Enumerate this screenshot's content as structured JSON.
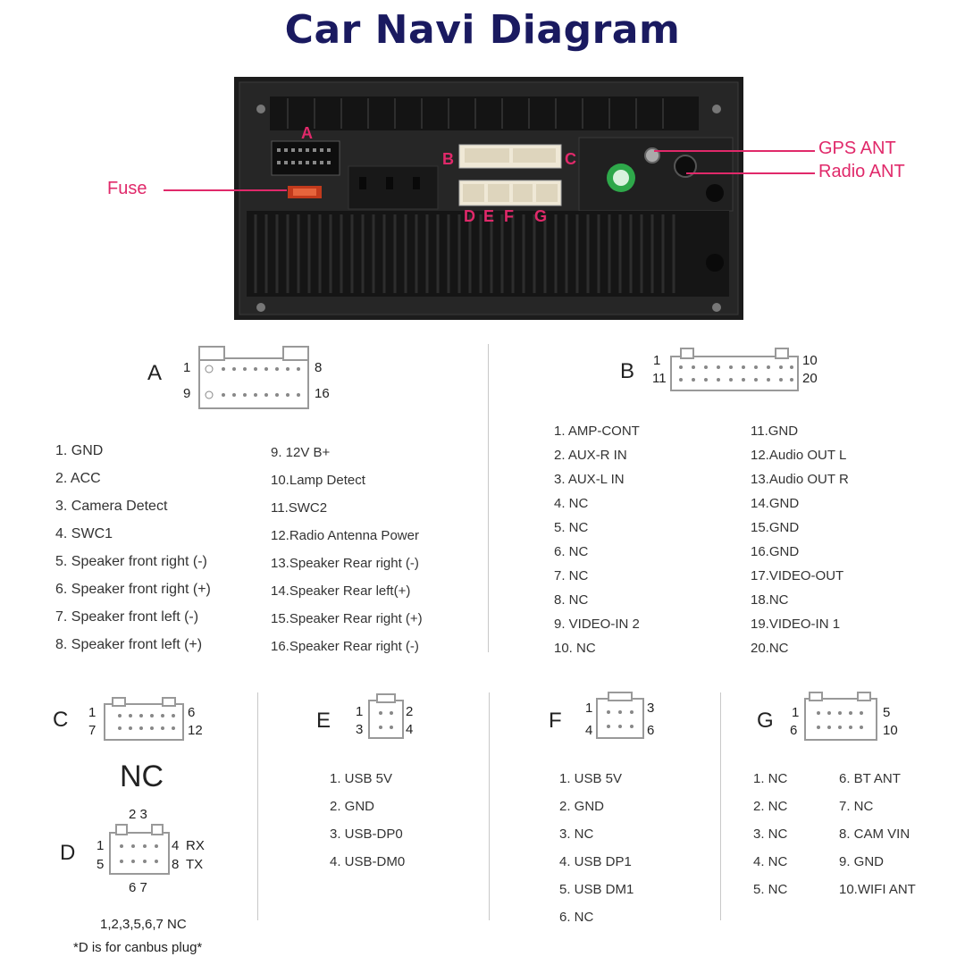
{
  "title": "Car Navi Diagram",
  "colors": {
    "title": "#1a1a60",
    "callout": "#e0296a",
    "unit_body": "#222222"
  },
  "callouts": {
    "fuse": "Fuse",
    "gps": "GPS ANT",
    "radio": "Radio ANT"
  },
  "photo_letters": [
    "A",
    "B",
    "C",
    "D",
    "E",
    "F",
    "G"
  ],
  "connectors": {
    "A": {
      "letter": "A",
      "pins": {
        "tl": "1",
        "tr": "8",
        "bl": "9",
        "br": "16"
      },
      "left_list": [
        "1. GND",
        "2. ACC",
        "3. Camera Detect",
        "4. SWC1",
        "5. Speaker front right (-)",
        "6. Speaker front right (+)",
        "7. Speaker front left (-)",
        "8. Speaker front left (+)"
      ],
      "right_list": [
        "9.  12V B+",
        "10.Lamp Detect",
        "11.SWC2",
        "12.Radio Antenna Power",
        "13.Speaker Rear right (-)",
        "14.Speaker Rear left(+)",
        "15.Speaker Rear right (+)",
        "16.Speaker Rear right (-)"
      ]
    },
    "B": {
      "letter": "B",
      "pins": {
        "tl": "1",
        "tr": "10",
        "bl": "11",
        "br": "20"
      },
      "left_list": [
        "1.  AMP-CONT",
        "2.  AUX-R IN",
        "3.  AUX-L IN",
        "4.  NC",
        "5.  NC",
        "6.  NC",
        "7.  NC",
        "8.  NC",
        "9. VIDEO-IN 2",
        "10.  NC"
      ],
      "right_list": [
        "11.GND",
        "12.Audio OUT  L",
        "13.Audio OUT  R",
        "14.GND",
        "15.GND",
        "16.GND",
        "17.VIDEO-OUT",
        "18.NC",
        "19.VIDEO-IN 1",
        "20.NC"
      ]
    },
    "C": {
      "letter": "C",
      "pins": {
        "tl": "1",
        "tr": "6",
        "bl": "7",
        "br": "12"
      },
      "nc": "NC"
    },
    "D": {
      "letter": "D",
      "pins": {
        "top": "2 3",
        "tl": "1",
        "tr": "4",
        "bl": "5",
        "br": "8",
        "bottom": "6 7",
        "rx": "RX",
        "tx": "TX"
      },
      "note1": "1,2,3,5,6,7  NC",
      "note2": "*D is for canbus plug*"
    },
    "E": {
      "letter": "E",
      "pins": {
        "tl": "1",
        "tr": "2",
        "bl": "3",
        "br": "4"
      },
      "list": [
        "1. USB 5V",
        "2. GND",
        "3. USB-DP0",
        "4. USB-DM0"
      ]
    },
    "F": {
      "letter": "F",
      "pins": {
        "tl": "1",
        "tr": "3",
        "bl": "4",
        "br": "6"
      },
      "list": [
        "1. USB 5V",
        "2. GND",
        "3. NC",
        "4. USB DP1",
        "5. USB DM1",
        "6. NC"
      ]
    },
    "G": {
      "letter": "G",
      "pins": {
        "tl": "1",
        "tr": "5",
        "bl": "6",
        "br": "10"
      },
      "left_list": [
        "1. NC",
        "2. NC",
        "3. NC",
        "4. NC",
        "5. NC"
      ],
      "right_list": [
        "6.  BT ANT",
        "7.  NC",
        "8.  CAM VIN",
        "9.  GND",
        "10.WIFI ANT"
      ]
    }
  }
}
